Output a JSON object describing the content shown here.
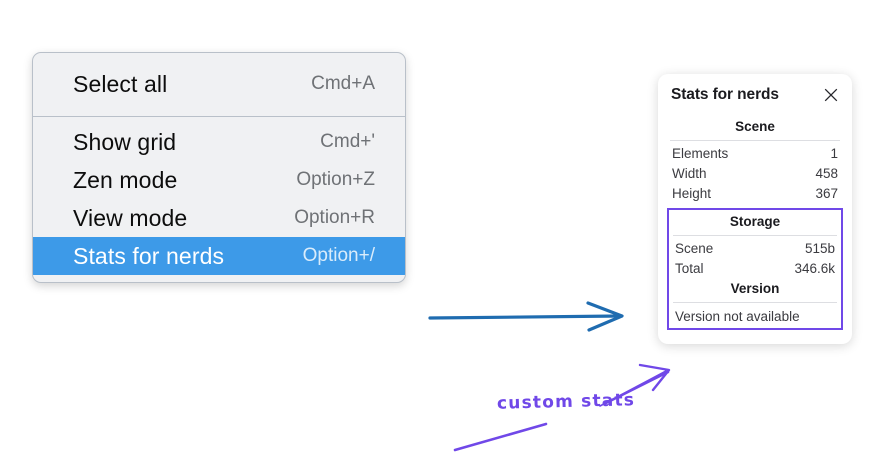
{
  "context_menu": {
    "groups": [
      {
        "items": [
          {
            "label": "Select all",
            "shortcut": "Cmd+A",
            "selected": false
          }
        ]
      },
      {
        "items": [
          {
            "label": "Show grid",
            "shortcut": "Cmd+'",
            "selected": false
          },
          {
            "label": "Zen mode",
            "shortcut": "Option+Z",
            "selected": false
          },
          {
            "label": "View mode",
            "shortcut": "Option+R",
            "selected": false
          },
          {
            "label": "Stats for nerds",
            "shortcut": "Option+/",
            "selected": true
          }
        ]
      }
    ],
    "selected_highlight_color": "#3d9ae8",
    "background_color": "#f0f1f3"
  },
  "stats_panel": {
    "title": "Stats for nerds",
    "close_icon": "close-icon",
    "sections": [
      {
        "name": "Scene",
        "title": "Scene",
        "rows": [
          {
            "key": "Elements",
            "value": "1"
          },
          {
            "key": "Width",
            "value": "458"
          },
          {
            "key": "Height",
            "value": "367"
          }
        ]
      },
      {
        "name": "Storage",
        "title": "Storage",
        "rows": [
          {
            "key": "Scene",
            "value": "515b"
          },
          {
            "key": "Total",
            "value": "346.6k"
          }
        ]
      },
      {
        "name": "Version",
        "title": "Version",
        "text": "Version not available"
      }
    ],
    "highlight_color": "#7048e8"
  },
  "annotations": {
    "label": "custom stats",
    "label_color": "#7048e8",
    "blue_arrow_color": "#1f6cb0"
  }
}
